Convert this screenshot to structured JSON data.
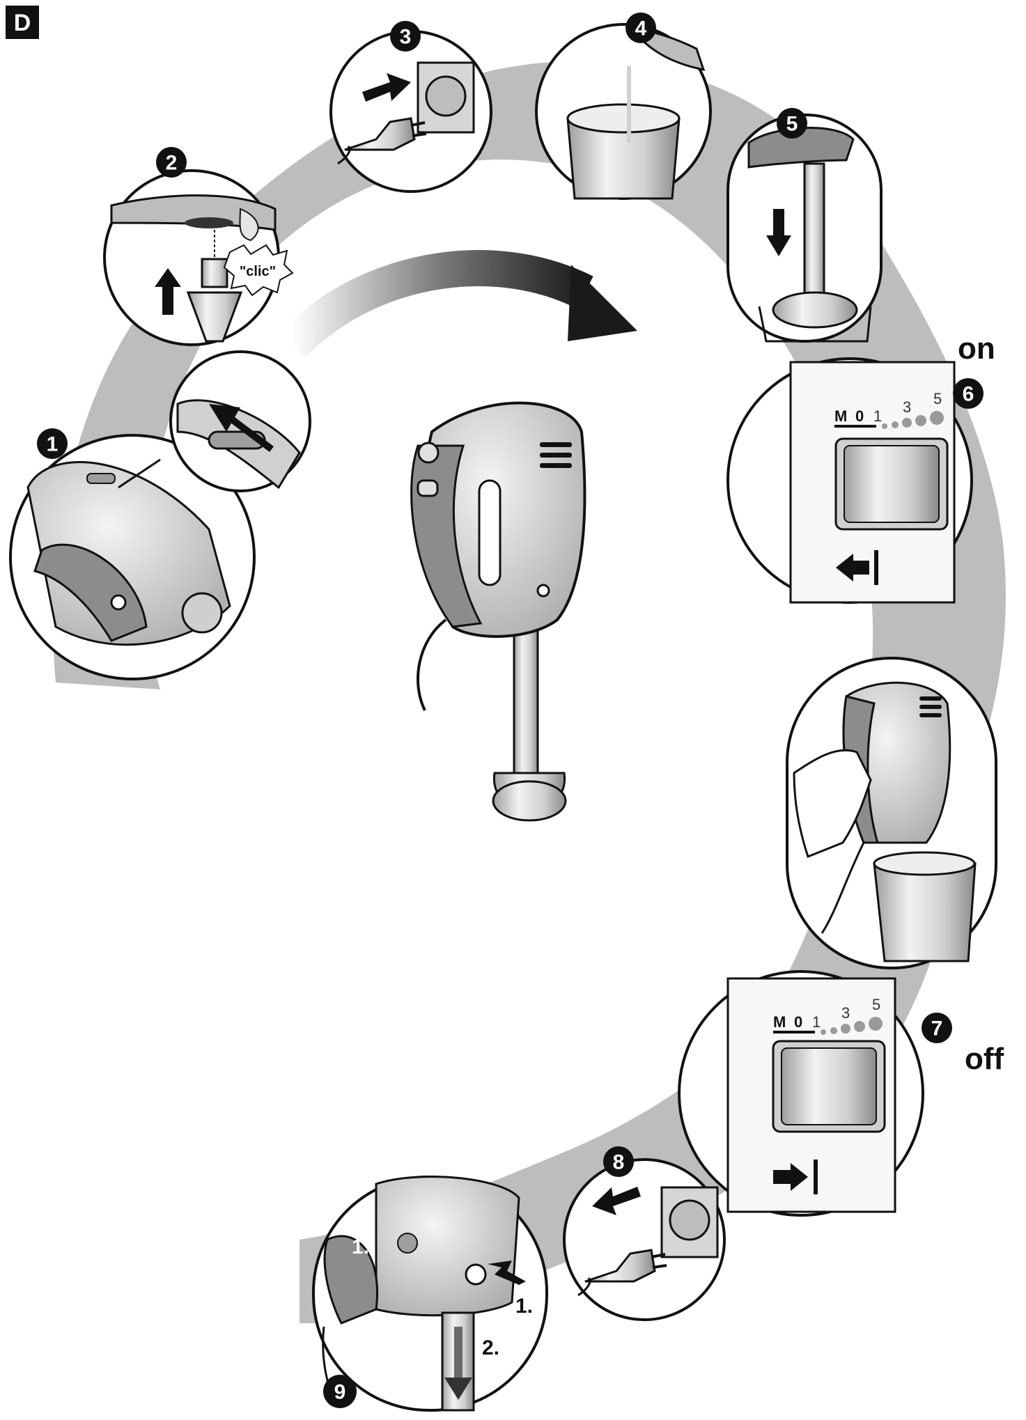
{
  "header": {
    "section_letter": "D"
  },
  "steps": [
    {
      "number": "1"
    },
    {
      "number": "2",
      "sound_text": "\"clic\""
    },
    {
      "number": "3"
    },
    {
      "number": "4"
    },
    {
      "number": "5"
    },
    {
      "number": "6",
      "state_label": "on"
    },
    {
      "number": "7",
      "state_label": "off"
    },
    {
      "number": "8"
    },
    {
      "number": "9",
      "sub_step_1": "1.",
      "sub_step_1b": "1.",
      "sub_step_2": "2."
    }
  ],
  "switch_scale": {
    "m": "M",
    "zero": "0",
    "one": "1",
    "three": "3",
    "five": "5"
  },
  "colors": {
    "shadow": "#bdbdbd",
    "ink": "#111111",
    "body": "#d9d9d9",
    "grip": "#8c8c8c",
    "dot": "#9a9a9a"
  },
  "icons": [
    "hand-blender-icon",
    "curved-arrow-icon",
    "plug-icon",
    "socket-icon",
    "jug-icon",
    "beaker-icon",
    "hand-icon",
    "arrow-icon"
  ]
}
